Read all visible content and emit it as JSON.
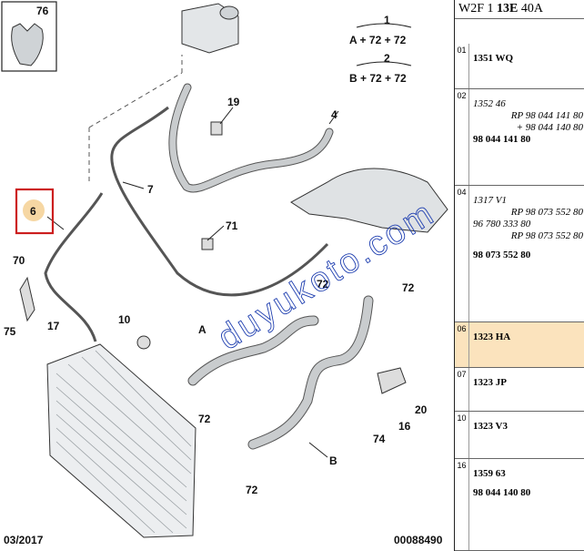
{
  "header": {
    "prefix": "W2F 1 ",
    "bold": "13E",
    "suffix": " 40A"
  },
  "diagram": {
    "inset_label": "76",
    "formula_1_num": "1",
    "formula_1": "A + 72 + 72",
    "formula_2_num": "2",
    "formula_2": "B + 72 + 72",
    "callouts": {
      "c4": "4",
      "c6": "6",
      "c7": "7",
      "c10": "10",
      "c16": "16",
      "c17": "17",
      "c19": "19",
      "c20": "20",
      "c70": "70",
      "c71": "71",
      "c72a": "72",
      "c72b": "72",
      "c72c": "72",
      "c72d": "72",
      "c74": "74",
      "c75": "75",
      "cA": "A",
      "cB": "B"
    },
    "date_code": "03/2017",
    "drawing_number": "00088490",
    "watermark": "duyukoto.com",
    "highlight_color": "#cc1f1f",
    "highlight_fill": "#f6d7a3"
  },
  "parts": [
    {
      "num": "01",
      "lines": [
        {
          "t": "1351 WQ",
          "s": "bold"
        }
      ]
    },
    {
      "num": "02",
      "lines": [
        {
          "t": "1352 46",
          "s": "it"
        },
        {
          "t": "RP 98 044 141 80",
          "s": "it r"
        },
        {
          "t": "+ 98 044 140 80",
          "s": "it r"
        },
        {
          "t": "98 044 141 80",
          "s": "bold"
        }
      ]
    },
    {
      "num": "04",
      "lines": [
        {
          "t": "1317 V1",
          "s": "it"
        },
        {
          "t": "RP 98 073 552 80",
          "s": "it r"
        },
        {
          "t": "96 780 333 80",
          "s": "it"
        },
        {
          "t": "RP 98 073 552 80",
          "s": "it r"
        },
        {
          "t": "98 073 552 80",
          "s": "bold gap"
        }
      ]
    },
    {
      "num": "06",
      "lines": [
        {
          "t": "1323 HA",
          "s": "bold"
        }
      ]
    },
    {
      "num": "07",
      "lines": [
        {
          "t": "1323 JP",
          "s": "bold"
        }
      ]
    },
    {
      "num": "10",
      "lines": [
        {
          "t": "1323 V3",
          "s": "bold"
        }
      ]
    },
    {
      "num": "16",
      "lines": [
        {
          "t": "1359 63",
          "s": "bold"
        },
        {
          "t": "98 044 140 80",
          "s": "bold gap"
        }
      ]
    }
  ],
  "selected_part": "06"
}
